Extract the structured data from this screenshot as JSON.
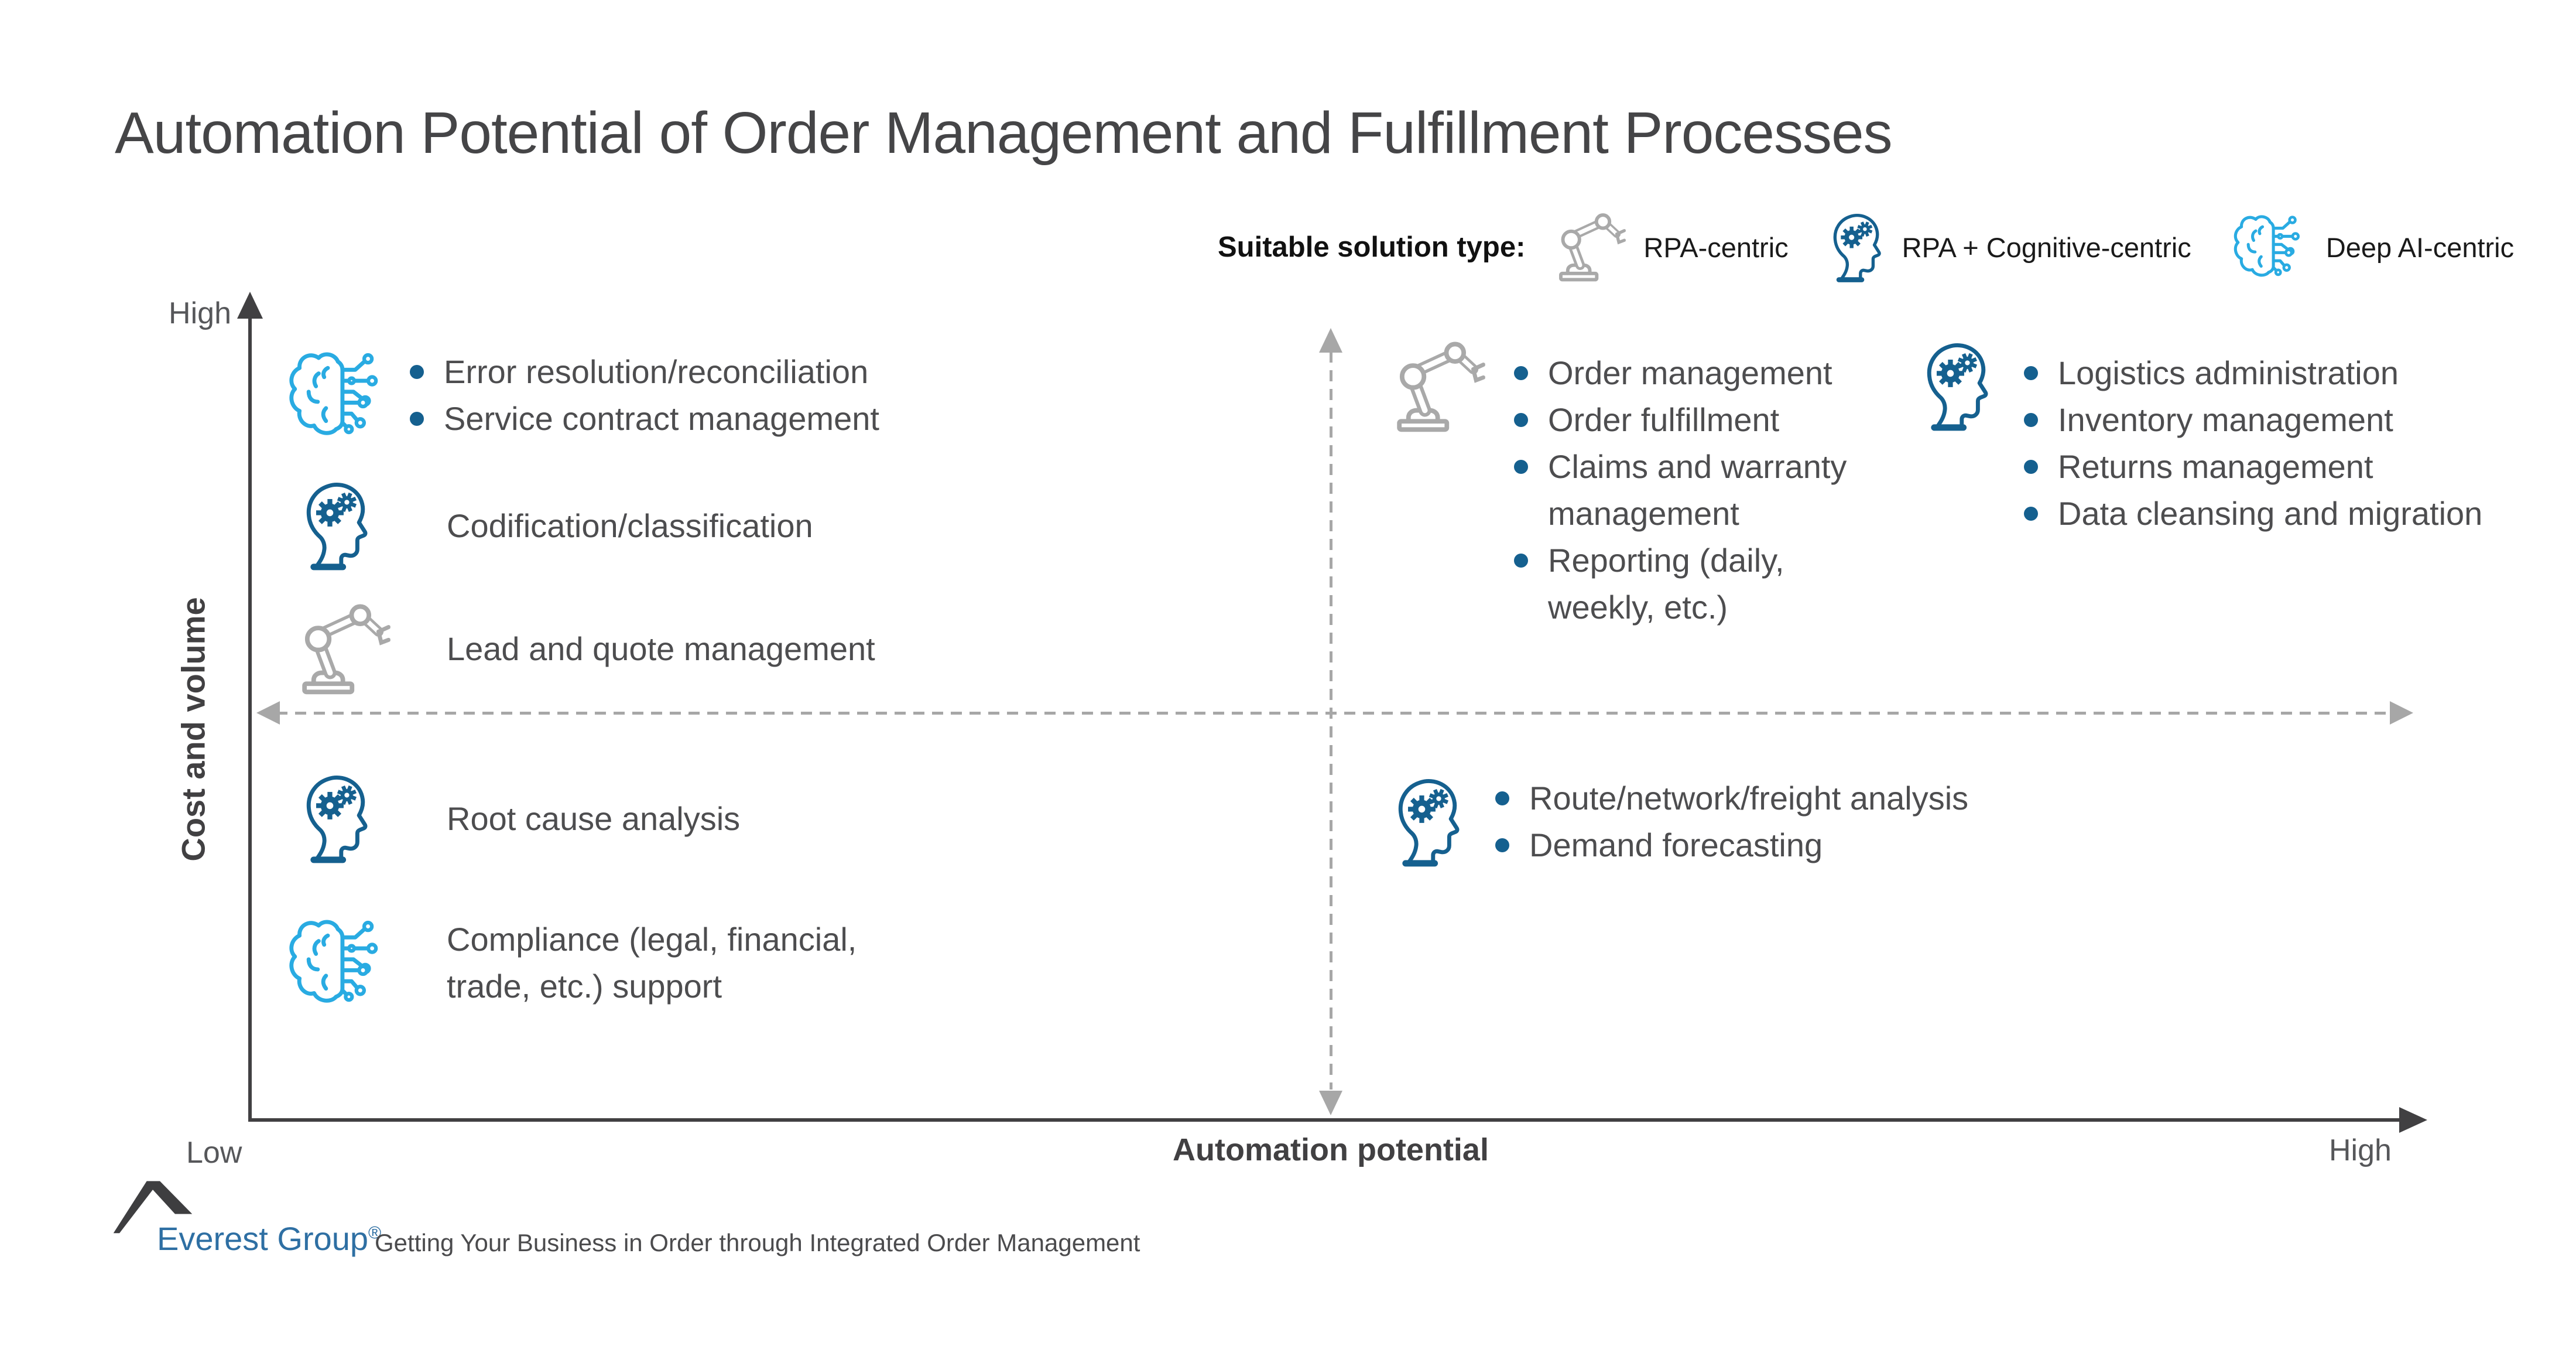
{
  "title": "Automation Potential of Order Management and Fulfillment Processes",
  "legend": {
    "label": "Suitable solution type:",
    "items": [
      {
        "icon": "robot-arm",
        "label": "RPA-centric"
      },
      {
        "icon": "head-gears",
        "label": "RPA + Cognitive-centric"
      },
      {
        "icon": "brain-circuit",
        "label": "Deep AI-centric"
      }
    ]
  },
  "axes": {
    "y_label": "Cost and volume",
    "y_high": "High",
    "y_low": "Low",
    "x_label": "Automation potential",
    "x_high": "High"
  },
  "quadrants": {
    "top_left": {
      "groups": [
        {
          "icon": "brain-circuit",
          "items": [
            "Error resolution/reconciliation",
            "Service contract management"
          ]
        },
        {
          "icon": "head-gears",
          "items": [
            "Codification/classification"
          ]
        },
        {
          "icon": "robot-arm",
          "items": [
            "Lead and quote management"
          ]
        }
      ]
    },
    "top_right": {
      "groups": [
        {
          "icon": "robot-arm",
          "items": [
            "Order management",
            "Order fulfillment",
            "Claims and warranty\nmanagement",
            "Reporting (daily,\nweekly, etc.)"
          ]
        },
        {
          "icon": "head-gears",
          "items": [
            "Logistics administration",
            "Inventory management",
            "Returns management",
            "Data cleansing and migration"
          ]
        }
      ]
    },
    "bottom_left": {
      "groups": [
        {
          "icon": "head-gears",
          "items": [
            "Root cause analysis"
          ]
        },
        {
          "icon": "brain-circuit",
          "items": [
            "Compliance (legal, financial,\ntrade, etc.) support"
          ]
        }
      ]
    },
    "bottom_right": {
      "groups": [
        {
          "icon": "head-gears",
          "items": [
            "Route/network/freight analysis",
            "Demand forecasting"
          ]
        }
      ]
    }
  },
  "footer": {
    "brand": "Everest Group",
    "reg": "®",
    "tagline": "Getting Your Business in Order through Integrated Order Management"
  },
  "colors": {
    "dark_blue": "#15608F",
    "light_blue": "#29ABE2",
    "robot_gray": "#A9A9A9",
    "text_gray": "#4D4D4F",
    "axis_dark": "#414042",
    "dashed_gray": "#A7A7A7",
    "brand_blue": "#2E6FA3"
  }
}
